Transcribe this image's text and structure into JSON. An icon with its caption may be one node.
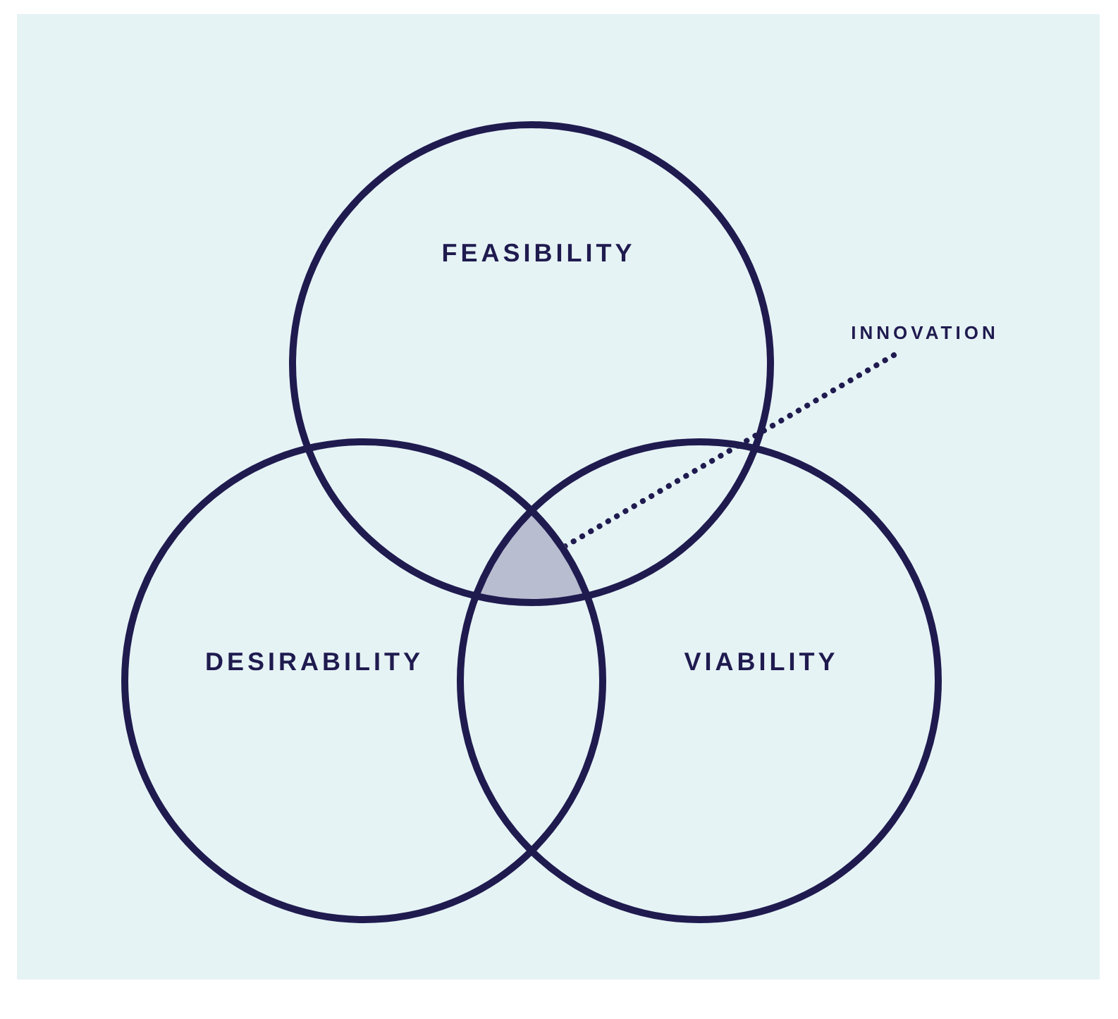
{
  "diagram": {
    "nodes": [
      {
        "text": [
          "FEASIBILITY"
        ]
      },
      {
        "text": [
          "DESIRABILITY"
        ]
      },
      {
        "text": [
          "VIABILITY"
        ]
      },
      {
        "text": [
          "INNOVATION"
        ]
      },
      {
        "text": [],
        "shape": "triangle"
      }
    ],
    "edges": [
      {
        "from": 3,
        "to": 4,
        "arrow": "none",
        "style": "dashed"
      }
    ]
  }
}
